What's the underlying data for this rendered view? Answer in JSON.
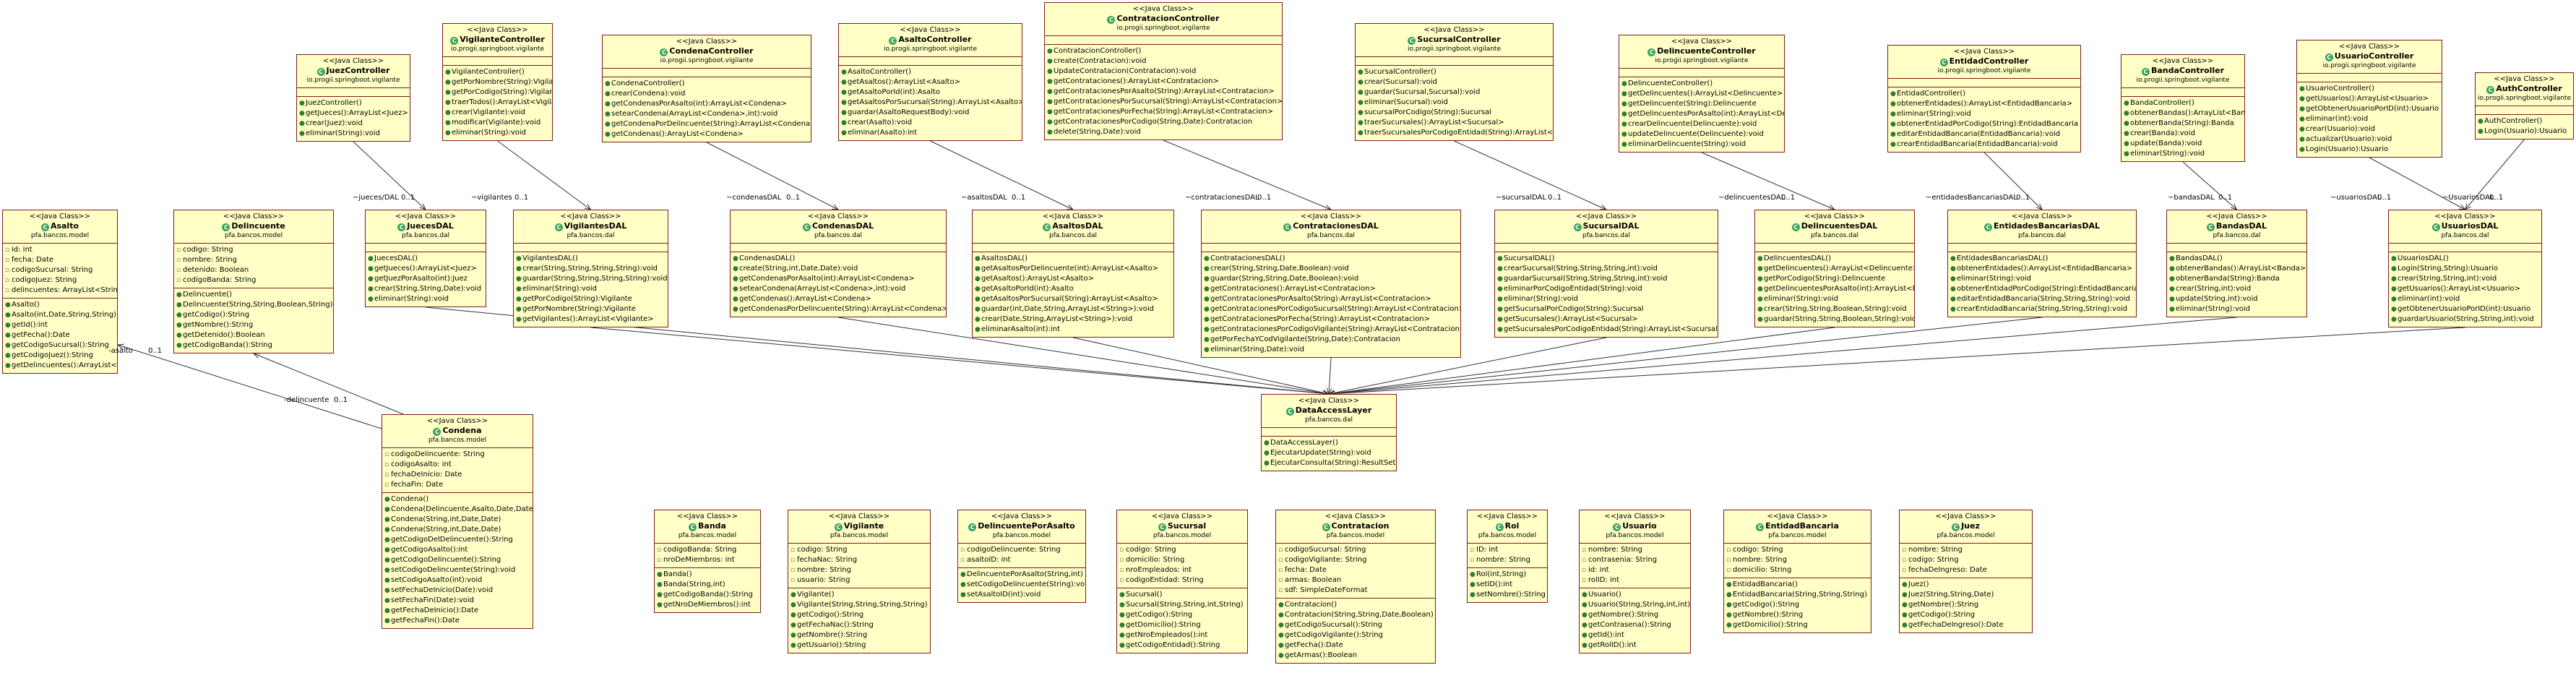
{
  "diagram": {
    "classes": [
      {
        "id": "juezcontroller",
        "stereotype": "<<Java Class>>",
        "name": "JuezController",
        "package": "io.progii.springboot.vigilante",
        "attributes": [],
        "operations": [
          "JuezController()",
          "getJueces():ArrayList<Juez>",
          "crear(Juez):void",
          "eliminar(String):void"
        ]
      },
      {
        "id": "vigilantecontroller",
        "stereotype": "<<Java Class>>",
        "name": "VigilanteController",
        "package": "io.progii.springboot.vigilante",
        "attributes": [],
        "operations": [
          "VigilanteController()",
          "getPorNombre(String):Vigilante",
          "getPorCodigo(String):Vigilante",
          "traerTodos():ArrayList<Vigilante>",
          "crear(Vigilante):void",
          "modificar(Vigilante):void",
          "eliminar(String):void"
        ]
      },
      {
        "id": "condenacontroller",
        "stereotype": "<<Java Class>>",
        "name": "CondenaController",
        "package": "io.progii.springboot.vigilante",
        "attributes": [],
        "operations": [
          "CondenaController()",
          "crear(Condena):void",
          "getCondenasPorAsalto(int):ArrayList<Condena>",
          "setearCondena(ArrayList<Condena>,int):void",
          "getCondenaPorDelincuente(String):ArrayList<Condena>",
          "getCondenas():ArrayList<Condena>"
        ]
      },
      {
        "id": "asaltocontroller",
        "stereotype": "<<Java Class>>",
        "name": "AsaltoController",
        "package": "io.progii.springboot.vigilante",
        "attributes": [],
        "operations": [
          "AsaltoController()",
          "getAsaltos():ArrayList<Asalto>",
          "getAsaltoPorId(int):Asalto",
          "getAsaltosPorSucursal(String):ArrayList<Asalto>",
          "guardar(AsaltoRequestBody):void",
          "crear(Asalto):void",
          "eliminar(Asalto):int"
        ]
      },
      {
        "id": "contratacioncontroller",
        "stereotype": "<<Java Class>>",
        "name": "ContratacionController",
        "package": "io.progii.springboot.vigilante",
        "attributes": [],
        "operations": [
          "ContratacionController()",
          "create(Contratacion):void",
          "UpdateContratacion(Contratacion):void",
          "getContrataciones():ArrayList<Contratacion>",
          "getContratacionesPorAsalto(String):ArrayList<Contratacion>",
          "getContratacionesPorSucursal(String):ArrayList<Contratacion>",
          "getContratacionesPorFecha(String):ArrayList<Contratacion>",
          "getContratacionesPorCodigo(String,Date):Contratacion",
          "delete(String,Date):void"
        ]
      },
      {
        "id": "sucursalcontroller",
        "stereotype": "<<Java Class>>",
        "name": "SucursalController",
        "package": "io.progii.springboot.vigilante",
        "attributes": [],
        "operations": [
          "SucursalController()",
          "crear(Sucursal):void",
          "guardar(Sucursal,Sucursal):void",
          "eliminar(Sucursal):void",
          "sucursalPorCodigo(String):Sucursal",
          "traerSucursales():ArrayList<Sucursal>",
          "traerSucursalesPorCodigoEntidad(String):ArrayList<Sucursal>"
        ]
      },
      {
        "id": "delincuentecontroller",
        "stereotype": "<<Java Class>>",
        "name": "DelincuenteController",
        "package": "io.progii.springboot.vigilante",
        "attributes": [],
        "operations": [
          "DelincuenteController()",
          "getDelincuentes():ArrayList<Delincuente>",
          "getDelincuente(String):Delincuente",
          "getDelincuentesPorAsalto(int):ArrayList<Delincuente>",
          "crearDelincuente(Delincuente):void",
          "updateDelincuente(Delincuente):void",
          "eliminarDelincuente(String):void"
        ]
      },
      {
        "id": "entidadcontroller",
        "stereotype": "<<Java Class>>",
        "name": "EntidadController",
        "package": "io.progii.springboot.vigilante",
        "attributes": [],
        "operations": [
          "EntidadController()",
          "obtenerEntidades():ArrayList<EntidadBancaria>",
          "eliminar(String):void",
          "obtenerEntidadPorCodigo(String):EntidadBancaria",
          "editarEntidadBancaria(EntidadBancaria):void",
          "crearEntidadBancaria(EntidadBancaria):void"
        ]
      },
      {
        "id": "bandacontroller",
        "stereotype": "<<Java Class>>",
        "name": "BandaController",
        "package": "io.progii.springboot.vigilante",
        "attributes": [],
        "operations": [
          "BandaController()",
          "obtenerBandas():ArrayList<Banda>",
          "obtenerBanda(String):Banda",
          "crear(Banda):void",
          "update(Banda):void",
          "eliminar(String):void"
        ]
      },
      {
        "id": "usuariocontroller",
        "stereotype": "<<Java Class>>",
        "name": "UsuarioController",
        "package": "io.progii.springboot.vigilante",
        "attributes": [],
        "operations": [
          "UsuarioController()",
          "getUsuarios():ArrayList<Usuario>",
          "getObtenerUsuarioPorID(int):Usuario",
          "eliminar(int):void",
          "crear(Usuario):void",
          "actualizar(Usuario):void",
          "Login(Usuario):Usuario"
        ]
      },
      {
        "id": "authcontroller",
        "stereotype": "<<Java Class>>",
        "name": "AuthController",
        "package": "io.progii.springboot.vigilante",
        "attributes": [],
        "operations": [
          "AuthController()",
          "Login(Usuario):Usuario"
        ]
      },
      {
        "id": "asalto",
        "stereotype": "<<Java Class>>",
        "name": "Asalto",
        "package": "pfa.bancos.model",
        "attributes": [
          "id: int",
          "fecha: Date",
          "codigoSucursal: String",
          "codigoJuez: String",
          "delincuentes: ArrayList<String>"
        ],
        "operations": [
          "Asalto()",
          "Asalto(int,Date,String,String)",
          "getId():int",
          "getFecha():Date",
          "getCodigoSucursal():String",
          "getCodigoJuez():String",
          "getDelincuentes():ArrayList<String>"
        ]
      },
      {
        "id": "delincuente",
        "stereotype": "<<Java Class>>",
        "name": "Delincuente",
        "package": "pfa.bancos.model",
        "attributes": [
          "codigo: String",
          "nombre: String",
          "detenido: Boolean",
          "codigoBanda: String"
        ],
        "operations": [
          "Delincuente()",
          "Delincuente(String,String,Boolean,String)",
          "getCodigo():String",
          "getNombre():String",
          "getDetenido():Boolean",
          "getCodigoBanda():String"
        ]
      },
      {
        "id": "juecesdal",
        "stereotype": "<<Java Class>>",
        "name": "JuecesDAL",
        "package": "pfa.bancos.dal",
        "attributes": [],
        "operations": [
          "JuecesDAL()",
          "getJueces():ArrayList<Juez>",
          "getJuezPorAsalto(int):Juez",
          "crear(String,String,Date):void",
          "eliminar(String):void"
        ]
      },
      {
        "id": "vigilantesdal",
        "stereotype": "<<Java Class>>",
        "name": "VigilantesDAL",
        "package": "pfa.bancos.dal",
        "attributes": [],
        "operations": [
          "VigilantesDAL()",
          "crear(String,String,String,String):void",
          "guardar(String,String,String,String):void",
          "eliminar(String):void",
          "getPorCodigo(String):Vigilante",
          "getPorNombre(String):Vigilante",
          "getVigilantes():ArrayList<Vigilante>"
        ]
      },
      {
        "id": "condenasdal",
        "stereotype": "<<Java Class>>",
        "name": "CondenasDAL",
        "package": "pfa.bancos.dal",
        "attributes": [],
        "operations": [
          "CondenasDAL()",
          "create(String,int,Date,Date):void",
          "getCondenasPorAsalto(int):ArrayList<Condena>",
          "setearCondena(ArrayList<Condena>,int):void",
          "getCondenas():ArrayList<Condena>",
          "getCondenasPorDelincuente(String):ArrayList<Condena>"
        ]
      },
      {
        "id": "asaltosdal",
        "stereotype": "<<Java Class>>",
        "name": "AsaltosDAL",
        "package": "pfa.bancos.dal",
        "attributes": [],
        "operations": [
          "AsaltosDAL()",
          "getAsaltosPorDelincuente(int):ArrayList<Asalto>",
          "getAsaltos():ArrayList<Asalto>",
          "getAsaltoPorId(int):Asalto",
          "getAsaltosPorSucursal(String):ArrayList<Asalto>",
          "guardar(int,Date,String,ArrayList<String>):void",
          "crear(Date,String,ArrayList<String>):void",
          "eliminarAsalto(int):int"
        ]
      },
      {
        "id": "contratacionesdal",
        "stereotype": "<<Java Class>>",
        "name": "ContratacionesDAL",
        "package": "pfa.bancos.dal",
        "attributes": [],
        "operations": [
          "ContratacionesDAL()",
          "crear(String,String,Date,Boolean):void",
          "guardar(String,String,Date,Boolean):void",
          "getContrataciones():ArrayList<Contratacion>",
          "getContratacionesPorAsalto(String):ArrayList<Contratacion>",
          "getContratacionesPorCodigoSucursal(String):ArrayList<Contratacion>",
          "getContratacionesPorFecha(String):ArrayList<Contratacion>",
          "getContratacionesPorCodigoVigilante(String):ArrayList<Contratacion>",
          "getPorFechaYCodVigilante(String,Date):Contratacion",
          "eliminar(String,Date):void"
        ]
      },
      {
        "id": "sucursaldal",
        "stereotype": "<<Java Class>>",
        "name": "SucursalDAL",
        "package": "pfa.bancos.dal",
        "attributes": [],
        "operations": [
          "SucursalDAL()",
          "crearSucursal(String,String,String,int):void",
          "guardarSucursal(String,String,String,int):void",
          "eliminarPorCodigoEntidad(String):void",
          "eliminar(String):void",
          "getSucursalPorCodigo(String):Sucursal",
          "getSucursales():ArrayList<Sucursal>",
          "getSucursalesPorCodigoEntidad(String):ArrayList<Sucursal>"
        ]
      },
      {
        "id": "delincuentesdal",
        "stereotype": "<<Java Class>>",
        "name": "DelincuentesDAL",
        "package": "pfa.bancos.dal",
        "attributes": [],
        "operations": [
          "DelincuentesDAL()",
          "getDelincuentes():ArrayList<Delincuente>",
          "getPorCodigo(String):Delincuente",
          "getDelincuentesPorAsalto(int):ArrayList<Delincuente>",
          "eliminar(String):void",
          "crear(String,String,Boolean,String):void",
          "guardar(String,String,Boolean,String):void"
        ]
      },
      {
        "id": "entidadesbancariasdal",
        "stereotype": "<<Java Class>>",
        "name": "EntidadesBancariasDAL",
        "package": "pfa.bancos.dal",
        "attributes": [],
        "operations": [
          "EntidadesBancariasDAL()",
          "obtenerEntidades():ArrayList<EntidadBancaria>",
          "eliminar(String):void",
          "obtenerEntidadPorCodigo(String):EntidadBancaria",
          "editarEntidadBancaria(String,String,String):void",
          "crearEntidadBancaria(String,String,String):void"
        ]
      },
      {
        "id": "bandasdal",
        "stereotype": "<<Java Class>>",
        "name": "BandasDAL",
        "package": "pfa.bancos.dal",
        "attributes": [],
        "operations": [
          "BandasDAL()",
          "obtenerBandas():ArrayList<Banda>",
          "obtenerBanda(String):Banda",
          "crear(String,int):void",
          "update(String,int):void",
          "eliminar(String):void"
        ]
      },
      {
        "id": "usuariosdal",
        "stereotype": "<<Java Class>>",
        "name": "UsuariosDAL",
        "package": "pfa.bancos.dal",
        "attributes": [],
        "operations": [
          "UsuariosDAL()",
          "Login(String,String):Usuario",
          "crear(String,String,int):void",
          "getUsuarios():ArrayList<Usuario>",
          "eliminar(int):void",
          "getObtenerUsuarioPorID(int):Usuario",
          "guardarUsuario(String,String,int):void"
        ]
      },
      {
        "id": "dataaccesslayer",
        "stereotype": "<<Java Class>>",
        "name": "DataAccessLayer",
        "package": "pfa.bancos.dal",
        "attributes": [],
        "operations": [
          "DataAccessLayer()",
          "EjecutarUpdate(String):void",
          "EjecutarConsulta(String):ResultSet"
        ]
      },
      {
        "id": "condena",
        "stereotype": "<<Java Class>>",
        "name": "Condena",
        "package": "pfa.bancos.model",
        "attributes": [
          "codigoDelincuente: String",
          "codigoAsalto: int",
          "fechaDeInicio: Date",
          "fechaFin: Date"
        ],
        "operations": [
          "Condena()",
          "Condena(Delincuente,Asalto,Date,Date)",
          "Condena(String,int,Date,Date)",
          "Condena(String,int,Date,Date)",
          "getCodigoDelDelincuente():String",
          "getCodigoAsalto():int",
          "getCodigoDelincuente():String",
          "setCodigoDelincuente(String):void",
          "setCodigoAsalto(int):void",
          "setFechaDeInicio(Date):void",
          "setFechaFin(Date):void",
          "getFechaDeInicio():Date",
          "getFechaFin():Date"
        ]
      },
      {
        "id": "banda",
        "stereotype": "<<Java Class>>",
        "name": "Banda",
        "package": "pfa.bancos.model",
        "attributes": [
          "codigoBanda: String",
          "nroDeMiembros: int"
        ],
        "operations": [
          "Banda()",
          "Banda(String,int)",
          "getCodigoBanda():String",
          "getNroDeMiembros():int"
        ]
      },
      {
        "id": "vigilante",
        "stereotype": "<<Java Class>>",
        "name": "Vigilante",
        "package": "pfa.bancos.model",
        "attributes": [
          "codigo: String",
          "fechaNac: String",
          "nombre: String",
          "usuario: String"
        ],
        "operations": [
          "Vigilante()",
          "Vigilante(String,String,String,String)",
          "getCodigo():String",
          "getFechaNac():String",
          "getNombre():String",
          "getUsuario():String"
        ]
      },
      {
        "id": "delincuenteporasalto",
        "stereotype": "<<Java Class>>",
        "name": "DelincuentePorAsalto",
        "package": "pfa.bancos.model",
        "attributes": [
          "codigoDelincuente: String",
          "asaltoID: int"
        ],
        "operations": [
          "DelincuentePorAsalto(String,int)",
          "setCodigoDelincuente(String):void",
          "setAsaltoID(int):void"
        ]
      },
      {
        "id": "sucursal",
        "stereotype": "<<Java Class>>",
        "name": "Sucursal",
        "package": "pfa.bancos.model",
        "attributes": [
          "codigo: String",
          "domicilio: String",
          "nroEmpleados: int",
          "codigoEntidad: String"
        ],
        "operations": [
          "Sucursal()",
          "Sucursal(String,String,int,String)",
          "getCodigo():String",
          "getDomicilio():String",
          "getNroEmpleados():int",
          "getCodigoEntidad():String"
        ]
      },
      {
        "id": "contratacion",
        "stereotype": "<<Java Class>>",
        "name": "Contratacion",
        "package": "pfa.bancos.model",
        "attributes": [
          "codigoSucursal: String",
          "codigoVigilante: String",
          "fecha: Date",
          "armas: Boolean",
          "sdf: SimpleDateFormat"
        ],
        "operations": [
          "Contratacion()",
          "Contratacion(String,String,Date,Boolean)",
          "getCodigoSucursal():String",
          "getCodigoVigilante():String",
          "getFecha():Date",
          "getArmas():Boolean"
        ]
      },
      {
        "id": "rol",
        "stereotype": "<<Java Class>>",
        "name": "Rol",
        "package": "pfa.bancos.model",
        "attributes": [
          "ID: int",
          "nombre: String"
        ],
        "operations": [
          "Rol(int,String)",
          "setID():int",
          "setNombre():String"
        ]
      },
      {
        "id": "usuario",
        "stereotype": "<<Java Class>>",
        "name": "Usuario",
        "package": "pfa.bancos.model",
        "attributes": [
          "nombre: String",
          "contrasenia: String",
          "id: int",
          "rolID: int"
        ],
        "operations": [
          "Usuario()",
          "Usuario(String,String,int,int)",
          "getNombre():String",
          "getContrasena():String",
          "getId():int",
          "getRolID():int"
        ]
      },
      {
        "id": "entidadbancaria",
        "stereotype": "<<Java Class>>",
        "name": "EntidadBancaria",
        "package": "pfa.bancos.model",
        "attributes": [
          "codigo: String",
          "nombre: String",
          "domicilio: String"
        ],
        "operations": [
          "EntidadBancaria()",
          "EntidadBancaria(String,String,String)",
          "getCodigo():String",
          "getNombre():String",
          "getDomicilio():String"
        ]
      },
      {
        "id": "juez",
        "stereotype": "<<Java Class>>",
        "name": "Juez",
        "package": "pfa.bancos.model",
        "attributes": [
          "nombre: String",
          "codigo: String",
          "fechaDeIngreso: Date"
        ],
        "operations": [
          "Juez()",
          "Juez(String,String,Date)",
          "getNombre():String",
          "getCodigo():String",
          "getFechaDeIngreso():Date"
        ]
      }
    ],
    "role_labels": [
      {
        "id": "l1",
        "text": "~jueces/DAL"
      },
      {
        "id": "l1m",
        "text": "0..1"
      },
      {
        "id": "l2",
        "text": "~vigilantes"
      },
      {
        "id": "l2m",
        "text": "0..1"
      },
      {
        "id": "l3",
        "text": "~condenasDAL"
      },
      {
        "id": "l3m",
        "text": "0..1"
      },
      {
        "id": "l4",
        "text": "~asaltosDAL"
      },
      {
        "id": "l4m",
        "text": "0..1"
      },
      {
        "id": "l5",
        "text": "~contratacionesDAL"
      },
      {
        "id": "l5m",
        "text": "0..1"
      },
      {
        "id": "l6",
        "text": "~sucursalDAL"
      },
      {
        "id": "l6m",
        "text": "0..1"
      },
      {
        "id": "l7",
        "text": "~delincuentesDAL"
      },
      {
        "id": "l7m",
        "text": "0..1"
      },
      {
        "id": "l8",
        "text": "~entidadesBancariasDAL"
      },
      {
        "id": "l8m",
        "text": "0..1"
      },
      {
        "id": "l9",
        "text": "~bandasDAL"
      },
      {
        "id": "l9m",
        "text": "0..1"
      },
      {
        "id": "l10",
        "text": "~usuariosDAL"
      },
      {
        "id": "l10m",
        "text": "0..1"
      },
      {
        "id": "l11",
        "text": "~UsuariosDAL"
      },
      {
        "id": "l11m",
        "text": "0..1"
      },
      {
        "id": "l12",
        "text": "-asalto"
      },
      {
        "id": "l12m",
        "text": "0..1"
      },
      {
        "id": "l13",
        "text": "-delincuente"
      },
      {
        "id": "l13m",
        "text": "0..1"
      }
    ]
  }
}
